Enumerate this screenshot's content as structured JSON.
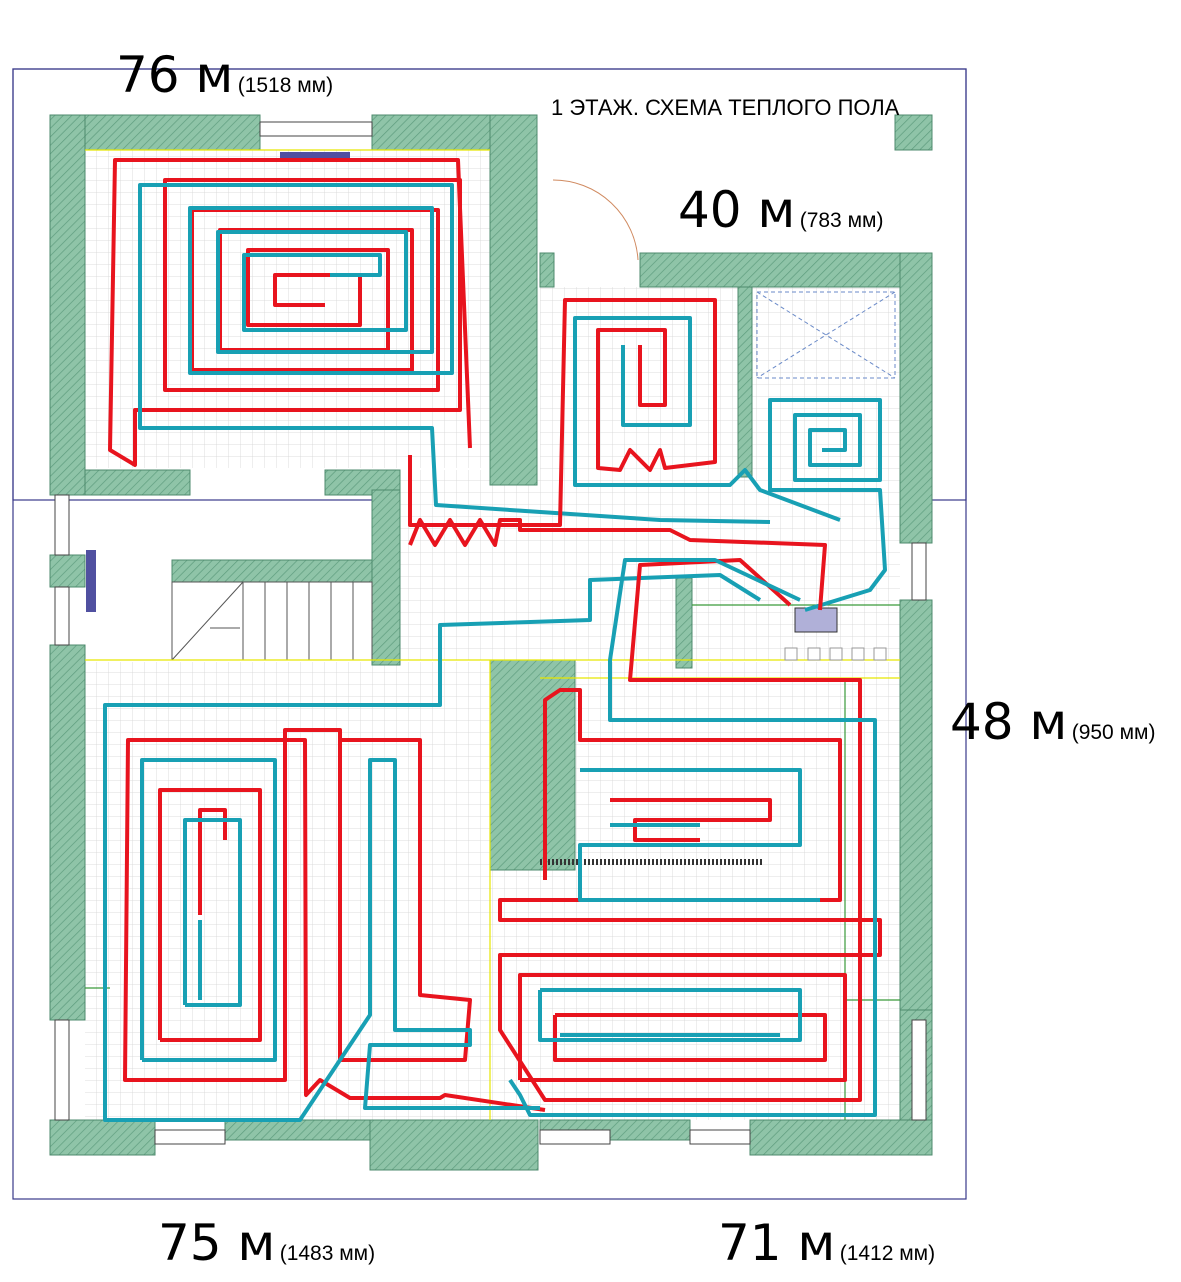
{
  "title": "1 ЭТАЖ. СХЕМА ТЕПЛОГО ПОЛА",
  "loops": [
    {
      "id": "top-left",
      "length": "76 м",
      "detail": "(1518 мм)"
    },
    {
      "id": "top-mid",
      "length": "40 м",
      "detail": "(783 мм)"
    },
    {
      "id": "right",
      "length": "48 м",
      "detail": "(950 мм)"
    },
    {
      "id": "bottom-left",
      "length": "75 м",
      "detail": "(1483 мм)"
    },
    {
      "id": "bottom-right",
      "length": "71 м",
      "detail": "(1412 мм)"
    }
  ],
  "colors": {
    "wall": "#8fc4a8",
    "supply_pipe": "#e8141e",
    "return_pipe": "#18a0b4",
    "grid": "#d0d0d0",
    "border": "#3a3a8a",
    "yellow_line": "#e6e600",
    "green_line": "#3a9a3a"
  }
}
